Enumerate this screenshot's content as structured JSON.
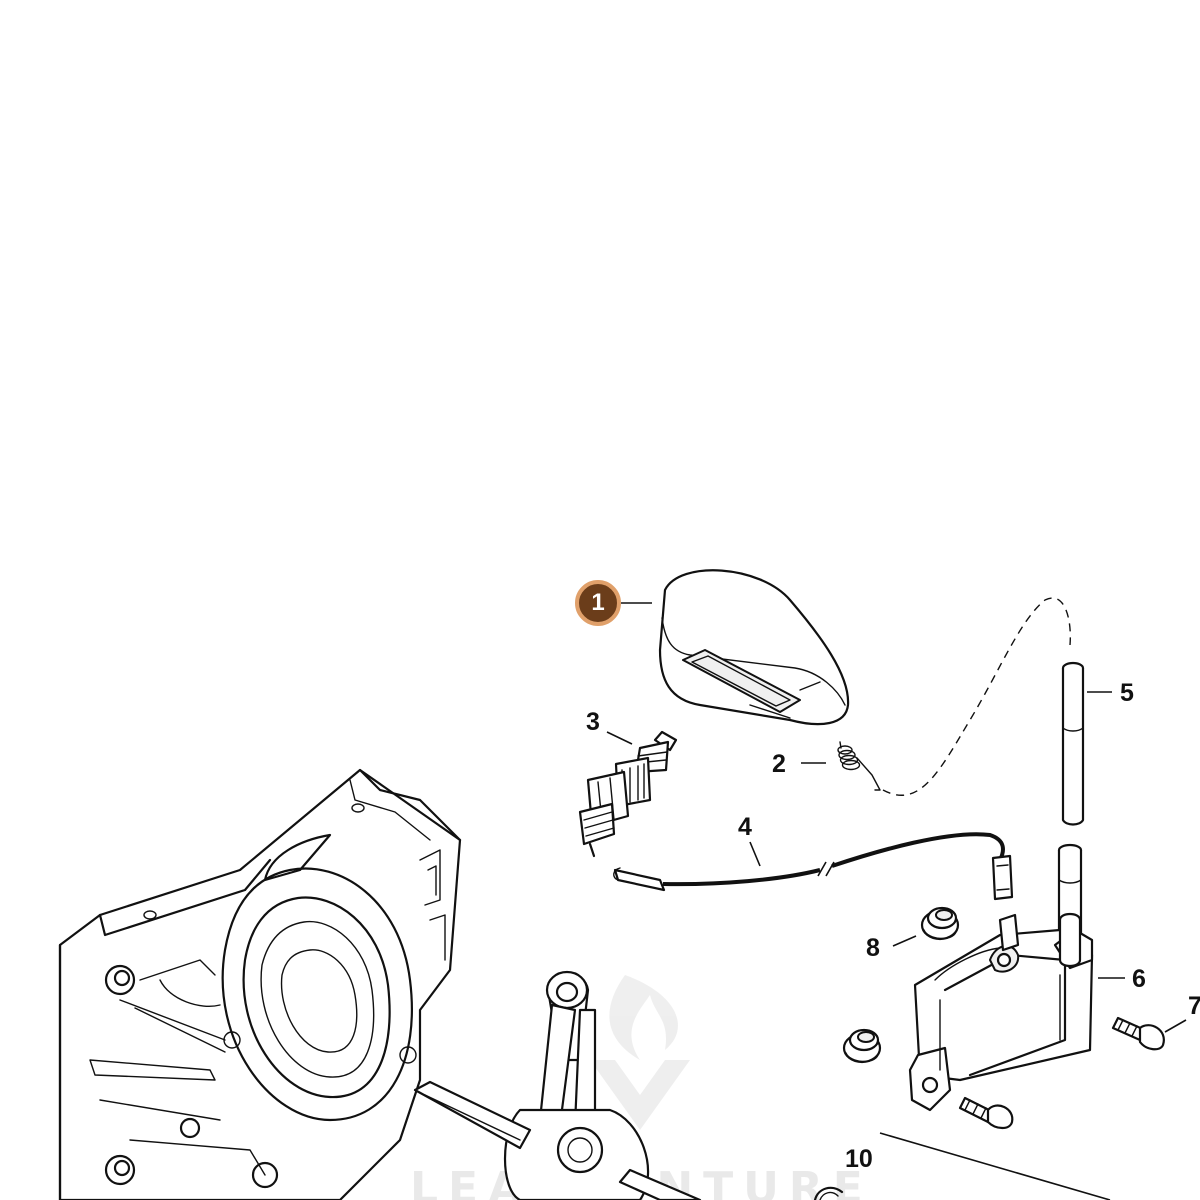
{
  "diagram": {
    "highlighted_callout": "1",
    "callout_colors": {
      "fill": "#6b3d1a",
      "ring": "#e0a06a"
    },
    "part_labels": {
      "p2": "2",
      "p3": "3",
      "p4": "4",
      "p5": "5",
      "p6": "6",
      "p7": "7",
      "p8": "8",
      "p10": "10"
    },
    "watermark": "LEAFVENTURE"
  }
}
